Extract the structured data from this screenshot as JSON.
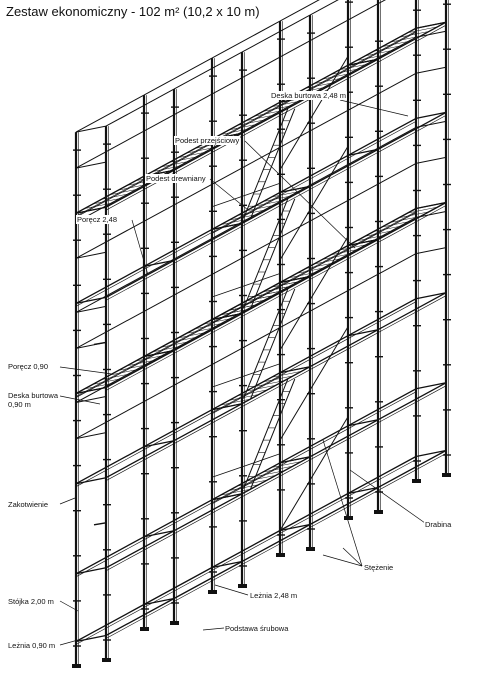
{
  "title": "Zestaw ekonomiczny - 102 m² (10,2 x 10 m)",
  "labels": {
    "deska_burtowa_248": "Deska burtowa 2,48 m",
    "podest_przejsciowy": "Podest przejściowy",
    "podest_drewniany": "Podest drewniany",
    "porecz_248": "Poręcz 2,48",
    "porecz_090": "Poręcz 0,90",
    "deska_burtowa_090_line1": "Deska burtowa",
    "deska_burtowa_090_line2": "0,90 m",
    "zakotwienie": "Zakotwienie",
    "drabina": "Drabina",
    "stezenie": "Stężenie",
    "stojka_200": "Stójka 2,00 m",
    "leznia_248": "Leżnia 2,48 m",
    "podstawa_srubowa": "Podstawa śrubowa",
    "leznia_090": "Leżnia 0,90 m"
  },
  "colors": {
    "ink": "#111111",
    "paper": "#ffffff"
  }
}
